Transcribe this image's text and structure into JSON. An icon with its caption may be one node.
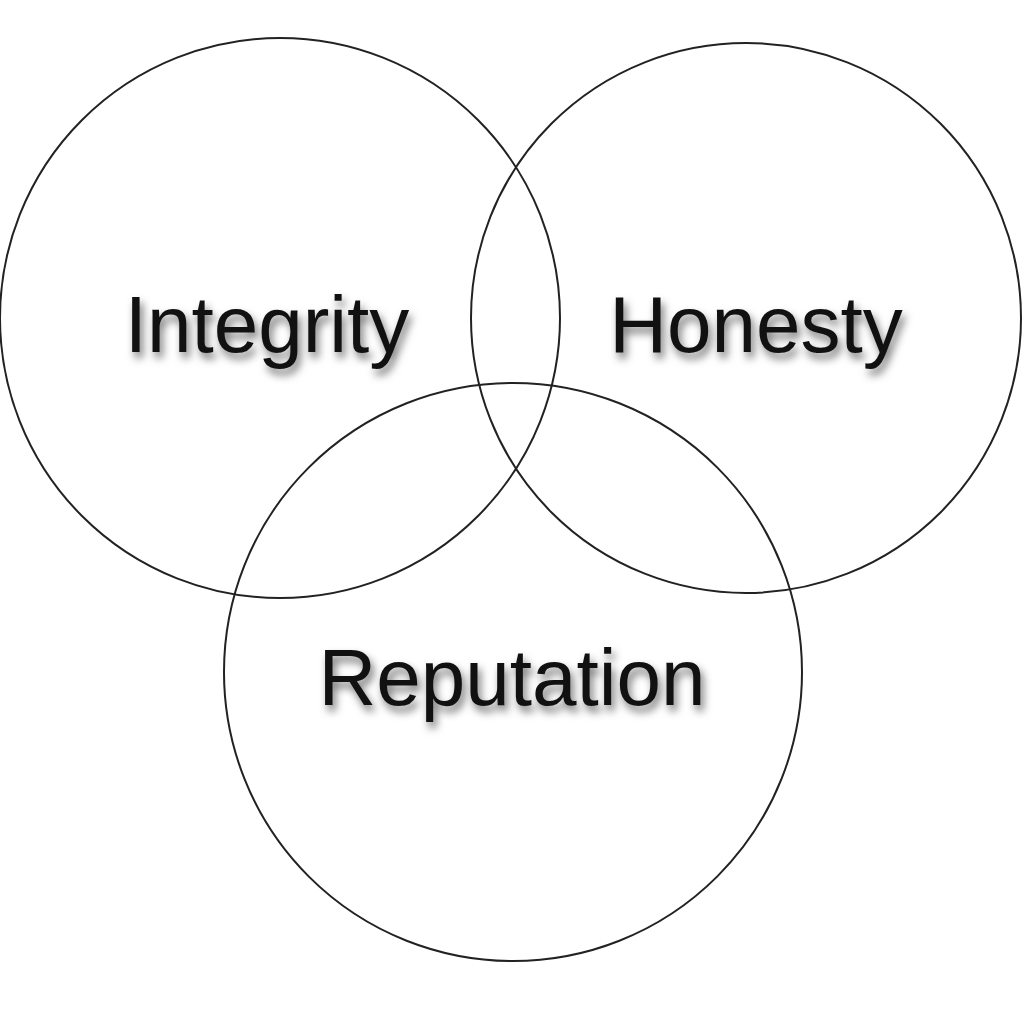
{
  "diagram": {
    "nodes": [
      {
        "text": [
          "Integrity"
        ]
      },
      {
        "text": [
          "Honesty"
        ]
      },
      {
        "text": [
          "Reputation"
        ]
      }
    ]
  }
}
